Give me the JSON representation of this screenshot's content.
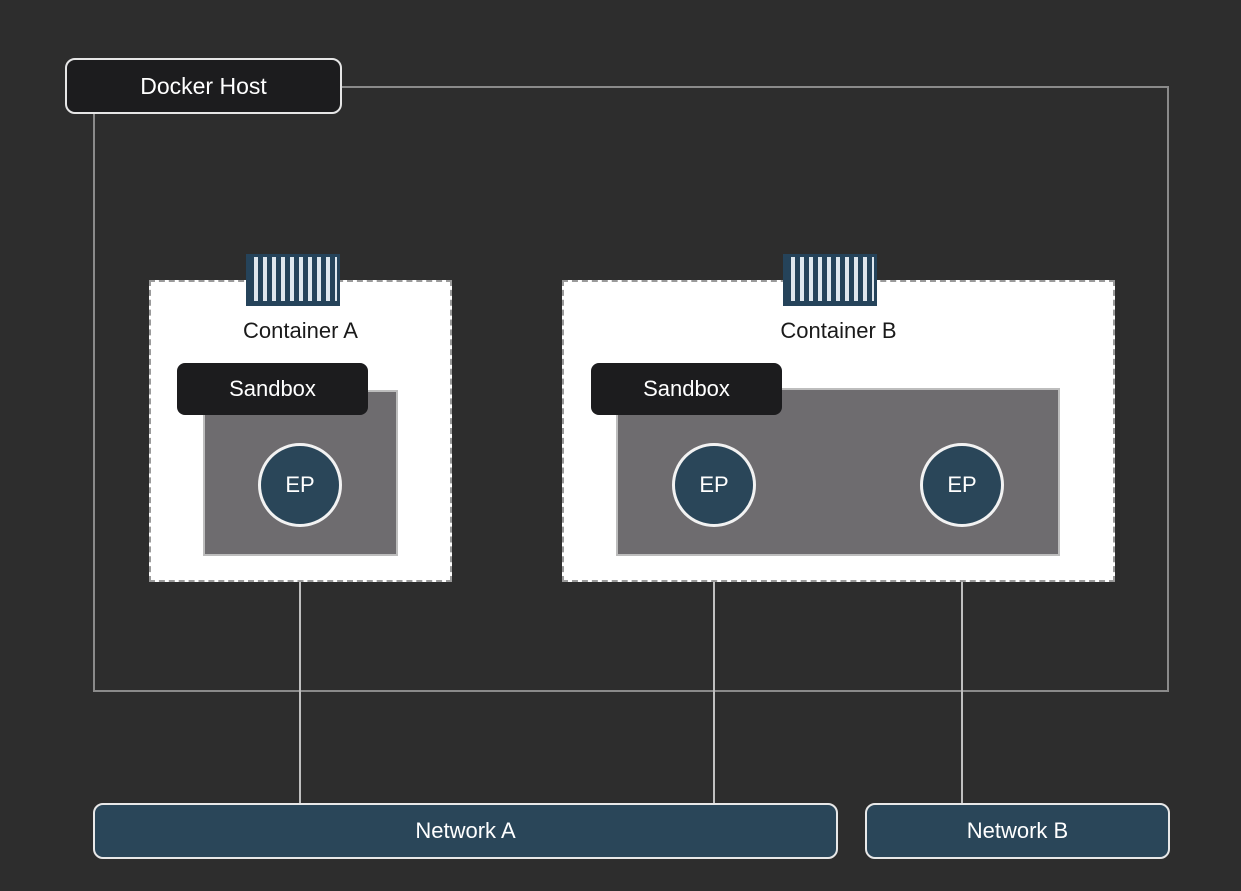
{
  "host": {
    "label": "Docker Host"
  },
  "containers": [
    {
      "title": "Container A",
      "sandbox": "Sandbox",
      "endpoints": [
        "EP"
      ]
    },
    {
      "title": "Container B",
      "sandbox": "Sandbox",
      "endpoints": [
        "EP",
        "EP"
      ]
    }
  ],
  "networks": [
    {
      "label": "Network A"
    },
    {
      "label": "Network B"
    }
  ],
  "colors": {
    "background": "#2d2d2d",
    "endpoint": "#2a4659",
    "network": "#2a4659",
    "sandbox": "#6e6c6f",
    "label_dark": "#1c1c1e"
  }
}
